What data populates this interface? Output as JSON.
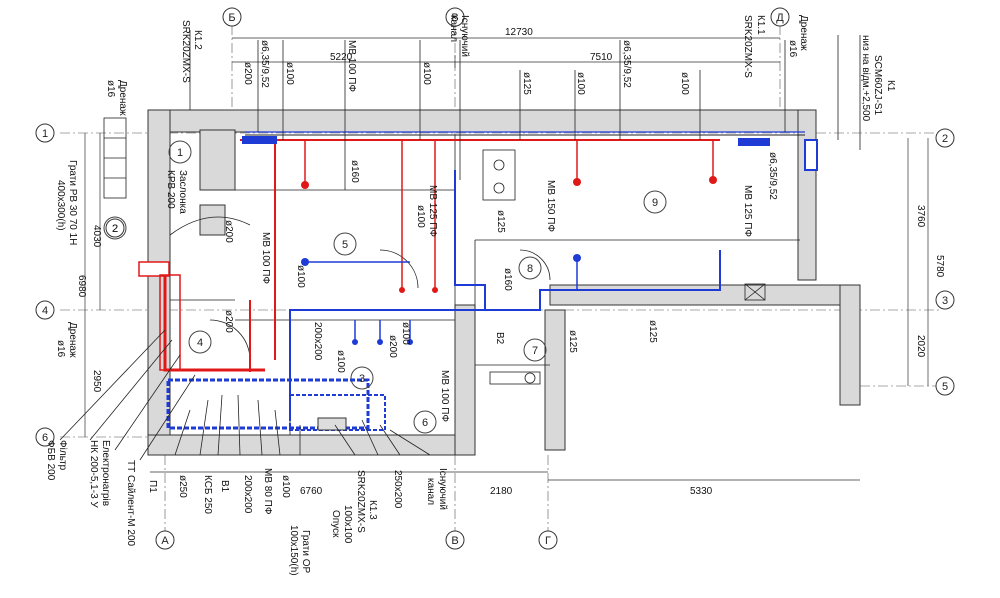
{
  "axes": {
    "top": [
      "Б",
      "В",
      "Д"
    ],
    "bottom": [
      "А",
      "В",
      "Г"
    ],
    "left": [
      "1",
      "2",
      "4",
      "6"
    ],
    "right": [
      "2",
      "3",
      "5"
    ]
  },
  "dimensions": {
    "top_total": "12730",
    "top_left": "5220",
    "top_right": "7510",
    "bottom_1": "6760",
    "bottom_2": "2180",
    "bottom_3": "5330",
    "left_upper": "4030",
    "left_total": "6980",
    "left_lower": "2950",
    "right_upper": "3760",
    "right_total": "5780",
    "right_lower": "2020"
  },
  "rooms": [
    "1",
    "2",
    "3",
    "4",
    "5",
    "6",
    "7",
    "8",
    "9"
  ],
  "top_labels": [
    "К1.2",
    "SRK20ZMX-S",
    "ø6,35/9,52",
    "ø200",
    "ø100",
    "МВ 100 ПФ",
    "ø100",
    "Існуючий",
    "канал",
    "ø125",
    "ø100",
    "ø6,35/9,52",
    "ø100",
    "К1.1",
    "SRK20ZMX-S",
    "Дренаж",
    "ø16",
    "К1",
    "SCM60ZJ-S1",
    "низ на відм.+2,500"
  ],
  "plan_labels": {
    "dren_left": "Дренаж",
    "d16_left": "ø16",
    "grate_left": "Грати РВ 30 70 1Н",
    "grate_left_size": "400х300(h)",
    "damper": "Заслонка",
    "damper_type": "КРВ 200",
    "d200_a": "ø200",
    "d200_b": "ø200",
    "mv100_a": "МВ 100 ПФ",
    "d100_a": "ø100",
    "d160": "ø160",
    "mv125": "МВ 125 ПФ",
    "d100_b": "ø100",
    "d125_a": "ø125",
    "mv150": "МВ 150 ПФ",
    "d6352": "ø6,35/9,52",
    "mv125_right": "МВ 125 ПФ",
    "d160_b": "ø160",
    "d125_b": "ø125",
    "d125_c": "ø125",
    "v2": "В2",
    "d100_c": "ø100",
    "d200_c": "ø200",
    "d200x200": "200х200",
    "d100_d": "ø100",
    "mv100_b": "МВ 100 ПФ",
    "dren_lower": "Дренаж",
    "d16_lower": "ø16"
  },
  "bottom_labels": [
    "Фільтр",
    "ФБВ 200",
    "Електронагрів",
    "НК 200-5,1-3 У",
    "ТТ Сайлент-М 200",
    "П1",
    "ø250",
    "КСБ 250",
    "В1",
    "200х200",
    "МВ 80 ПФ",
    "ø100",
    "Грати ОР",
    "100х150(h)",
    "К1.3",
    "SRK20ZMX-S",
    "100х100",
    "Опуск",
    "250х200",
    "Існуючий",
    "канал"
  ],
  "colors": {
    "supply": "#e01818",
    "exhaust": "#1e3bd6",
    "wall": "#d9d9d9",
    "line": "#222222"
  }
}
